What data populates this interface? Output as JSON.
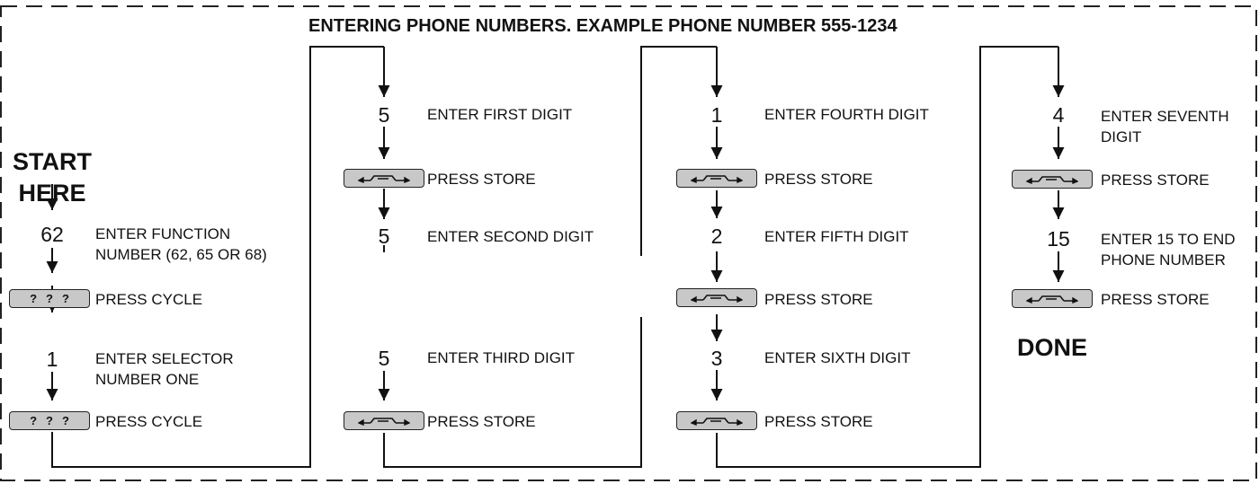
{
  "title": "ENTERING PHONE NUMBERS. EXAMPLE PHONE NUMBER 555-1234",
  "start_label": "START\nHERE",
  "done_label": "DONE",
  "key_icons": {
    "cycle": "cycle-key-icon (three question marks)",
    "store": "store-key-icon (handset with arrows)",
    "cycle_glyph": "?"
  },
  "column1": {
    "step1": {
      "value": "62",
      "text": "ENTER FUNCTION NUMBER (62, 65 OR 68)"
    },
    "press1": "PRESS CYCLE",
    "step2": {
      "value": "1",
      "text": "ENTER SELECTOR NUMBER ONE"
    },
    "press2": "PRESS CYCLE"
  },
  "column2": {
    "step1": {
      "value": "5",
      "text": "ENTER FIRST DIGIT"
    },
    "press1": "PRESS STORE",
    "step2": {
      "value": "5",
      "text": "ENTER SECOND DIGIT"
    },
    "step3": {
      "value": "5",
      "text": "ENTER THIRD DIGIT"
    },
    "press2": "PRESS STORE"
  },
  "column3": {
    "step1": {
      "value": "1",
      "text": "ENTER FOURTH DIGIT"
    },
    "press1": "PRESS STORE",
    "step2": {
      "value": "2",
      "text": "ENTER FIFTH DIGIT"
    },
    "press2": "PRESS STORE",
    "step3": {
      "value": "3",
      "text": "ENTER SIXTH DIGIT"
    },
    "press3": "PRESS STORE"
  },
  "column4": {
    "step1": {
      "value": "4",
      "text": "ENTER SEVENTH DIGIT"
    },
    "press1": "PRESS STORE",
    "step2": {
      "value": "15",
      "text": "ENTER 15 TO END PHONE NUMBER"
    },
    "press2": "PRESS STORE"
  }
}
